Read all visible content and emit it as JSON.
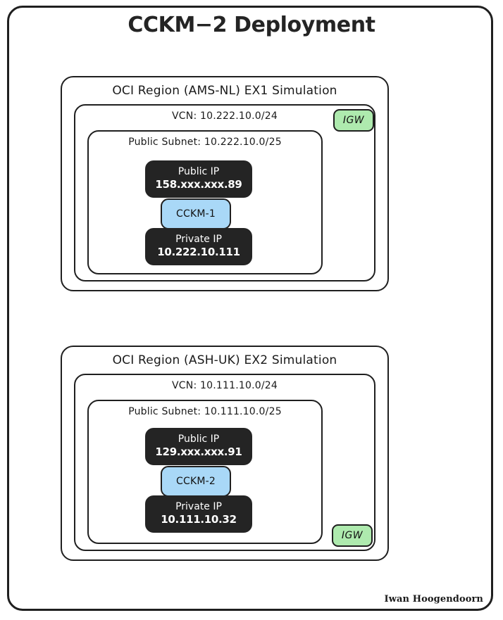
{
  "title": "CCKM−2 Deployment",
  "signature": "Iwan Hoogendoorn",
  "blocks": [
    {
      "region_label": "OCI Region (AMS-NL) EX1 Simulation",
      "vcn_label": "VCN: 10.222.10.0/24",
      "subnet_label": "Public Subnet: 10.222.10.0/25",
      "igw_label": "IGW",
      "igw_position": "top-right",
      "public_ip": {
        "title": "Public IP",
        "value": "158.xxx.xxx.89"
      },
      "instance": {
        "name": "CCKM-1"
      },
      "private_ip": {
        "title": "Private IP",
        "value": "10.222.10.111"
      }
    },
    {
      "region_label": "OCI Region (ASH-UK) EX2 Simulation",
      "vcn_label": "VCN: 10.111.10.0/24",
      "subnet_label": "Public Subnet: 10.111.10.0/25",
      "igw_label": "IGW",
      "igw_position": "bottom-right",
      "public_ip": {
        "title": "Public IP",
        "value": "129.xxx.xxx.91"
      },
      "instance": {
        "name": "CCKM-2"
      },
      "private_ip": {
        "title": "Private IP",
        "value": "10.111.10.32"
      }
    }
  ],
  "colors": {
    "stroke": "#1f1f1f",
    "igw_fill": "#aeeaae",
    "instance_fill": "#a9d8f7",
    "ip_fill": "#242424",
    "background": "#ffffff"
  }
}
